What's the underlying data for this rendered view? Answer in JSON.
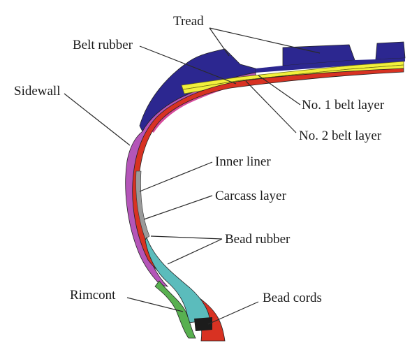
{
  "labels": {
    "tread": "Tread",
    "belt_rubber": "Belt rubber",
    "sidewall": "Sidewall",
    "belt_1": "No. 1 belt layer",
    "belt_2": "No. 2 belt layer",
    "inner_liner": "Inner liner",
    "carcass_layer": "Carcass layer",
    "bead_rubber": "Bead rubber",
    "rimcont": "Rimcont",
    "bead_cords": "Bead cords"
  },
  "colors": {
    "tread": "#2c2790",
    "sidewall": "#b455b8",
    "belt_rubber_pink": "#d64a9a",
    "belt_yellow": "#f2f03c",
    "carcass_red": "#d83222",
    "inner_liner": "#9a9a9a",
    "bead_rubber_teal": "#5bbcbc",
    "rimcont_green": "#58b050",
    "bead_cords": "#1c1c1c"
  }
}
